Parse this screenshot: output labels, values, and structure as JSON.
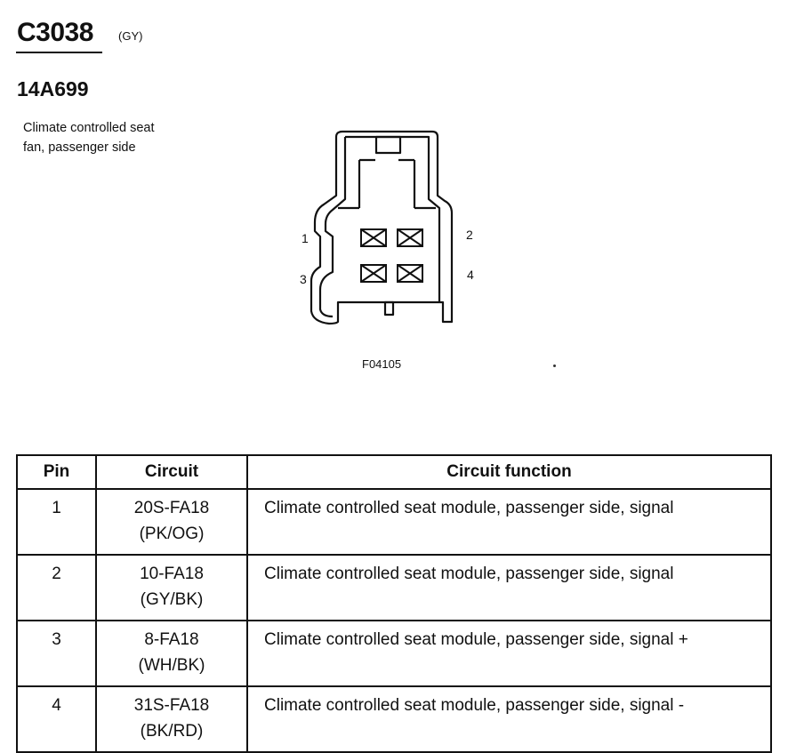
{
  "header": {
    "connector_id": "C3038",
    "connector_color": "(GY)",
    "part_number": "14A699",
    "description": "Climate controlled seat fan, passenger side"
  },
  "diagram": {
    "pin_labels": [
      "1",
      "2",
      "3",
      "4"
    ],
    "figure_code": "F04105"
  },
  "table": {
    "headers": [
      "Pin",
      "Circuit",
      "Circuit function"
    ],
    "rows": [
      {
        "pin": "1",
        "circuit": "20S-FA18",
        "color": "(PK/OG)",
        "function": "Climate controlled seat module, passenger side, signal"
      },
      {
        "pin": "2",
        "circuit": "10-FA18",
        "color": "(GY/BK)",
        "function": "Climate controlled seat module, passenger side, signal"
      },
      {
        "pin": "3",
        "circuit": "8-FA18",
        "color": "(WH/BK)",
        "function": "Climate controlled seat module, passenger side, signal +"
      },
      {
        "pin": "4",
        "circuit": "31S-FA18",
        "color": "(BK/RD)",
        "function": "Climate controlled seat module, passenger side, signal -"
      }
    ]
  }
}
